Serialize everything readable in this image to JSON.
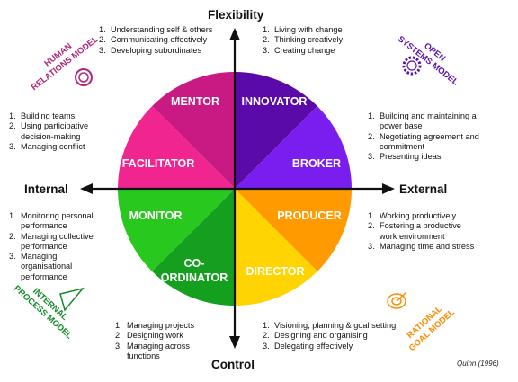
{
  "axes": {
    "top": "Flexibility",
    "bottom": "Control",
    "left": "Internal",
    "right": "External"
  },
  "roles": {
    "mentor": "MENTOR",
    "innovator": "INNOVATOR",
    "facilitator": "FACILITATOR",
    "broker": "BROKER",
    "monitor": "MONITOR",
    "producer": "PRODUCER",
    "coordinator_line1": "CO-",
    "coordinator_line2": "ORDINATOR",
    "director": "DIRECTOR"
  },
  "models": {
    "human_relations": [
      "HUMAN",
      "RELATIONS MODEL"
    ],
    "open_systems": [
      "OPEN",
      "SYSTEMS MODEL"
    ],
    "internal_process": [
      "INTERNAL",
      "PROCESS MODEL"
    ],
    "rational_goal": [
      "RATIONAL",
      "GOAL MODEL"
    ]
  },
  "colors": {
    "mentor": "#c81a82",
    "facilitator": "#f0258f",
    "innovator": "#5a0aa8",
    "broker": "#7a1ef0",
    "monitor": "#28c81e",
    "coordinator": "#14a01e",
    "producer": "#ff9a00",
    "director": "#ffd400",
    "human_relations_label": "#b0287a",
    "open_systems_label": "#5a14a8",
    "internal_process_label": "#148c28",
    "rational_goal_label": "#ff8c00"
  },
  "lists": {
    "mentor": [
      "Understanding self & others",
      "Communicating effectively",
      "Developing subordinates"
    ],
    "innovator": [
      "Living with change",
      "Thinking creatively",
      "Creating change"
    ],
    "facilitator": [
      "Building teams",
      "Using participative decision-making",
      "Managing conflict"
    ],
    "broker": [
      "Building and maintaining a power base",
      "Negotiating agreement and commitment",
      "Presenting ideas"
    ],
    "monitor": [
      "Monitoring personal performance",
      "Managing collective performance",
      "Managing organisational performance"
    ],
    "producer": [
      "Working productively",
      "Fostering a productive work environment",
      "Managing time and stress"
    ],
    "coordinator": [
      "Managing projects",
      "Designing work",
      "Managing across functions"
    ],
    "director": [
      "Visioning, planning & goal setting",
      "Designing and organising",
      "Delegating effectively"
    ]
  },
  "citation": "Quinn (1996)"
}
